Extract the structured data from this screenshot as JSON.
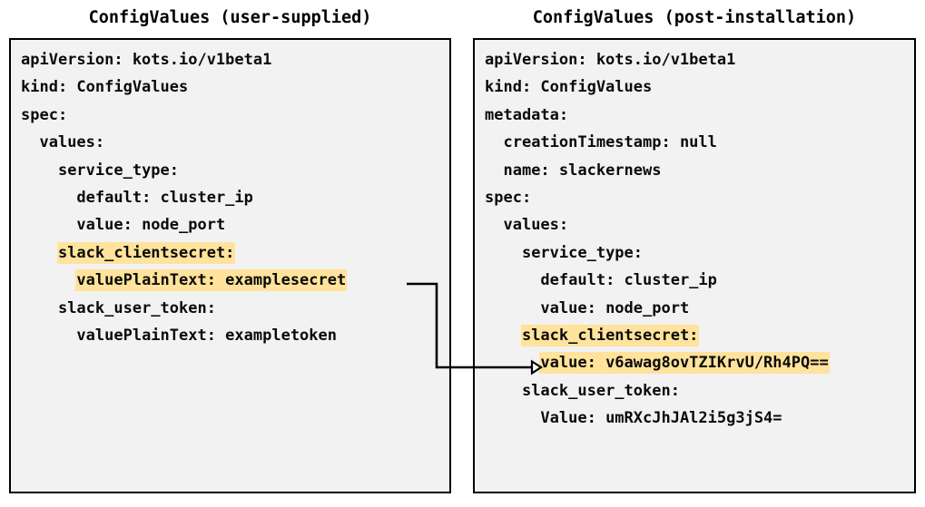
{
  "diagram": {
    "background_color": "#ffffff",
    "panel_background_color": "#f2f2f2",
    "panel_border_color": "#000000",
    "highlight_color": "#ffe39c",
    "text_color": "#0a0a0a",
    "arrow_color": "#000000",
    "arrow_description": "elbow arrow from left panel valuePlainText line to right panel value line"
  },
  "left_panel": {
    "title": "ConfigValues (user-supplied)",
    "lines": [
      {
        "text": "apiVersion: kots.io/v1beta1",
        "highlight": false
      },
      {
        "text": "kind: ConfigValues",
        "highlight": false
      },
      {
        "text": "spec:",
        "highlight": false
      },
      {
        "text": "  values:",
        "highlight": false
      },
      {
        "text": "    service_type:",
        "highlight": false
      },
      {
        "text": "      default: cluster_ip",
        "highlight": false
      },
      {
        "text": "      value: node_port",
        "highlight": false
      },
      {
        "text": "    slack_clientsecret:",
        "highlight": true
      },
      {
        "text": "      valuePlainText: examplesecret",
        "highlight": true
      },
      {
        "text": "    slack_user_token:",
        "highlight": false
      },
      {
        "text": "      valuePlainText: exampletoken",
        "highlight": false
      }
    ]
  },
  "right_panel": {
    "title": "ConfigValues (post-installation)",
    "lines": [
      {
        "text": "apiVersion: kots.io/v1beta1",
        "highlight": false
      },
      {
        "text": "kind: ConfigValues",
        "highlight": false
      },
      {
        "text": "metadata:",
        "highlight": false
      },
      {
        "text": "  creationTimestamp: null",
        "highlight": false
      },
      {
        "text": "  name: slackernews",
        "highlight": false
      },
      {
        "text": "spec:",
        "highlight": false
      },
      {
        "text": "  values:",
        "highlight": false
      },
      {
        "text": "    service_type:",
        "highlight": false
      },
      {
        "text": "      default: cluster_ip",
        "highlight": false
      },
      {
        "text": "      value: node_port",
        "highlight": false
      },
      {
        "text": "    slack_clientsecret:",
        "highlight": true
      },
      {
        "text": "      value: v6awag8ovTZIKrvU/Rh4PQ==",
        "highlight": true
      },
      {
        "text": "    slack_user_token:",
        "highlight": false
      },
      {
        "text": "      Value: umRXcJhJAl2i5g3jS4=",
        "highlight": false
      }
    ]
  }
}
